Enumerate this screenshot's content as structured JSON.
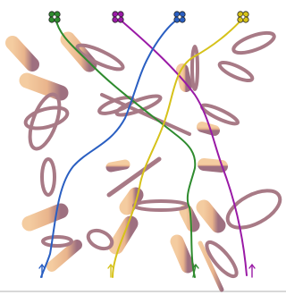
{
  "puzzle": {
    "type": "path-tracing-puzzle",
    "colors": {
      "green": "#2e8b2e",
      "purple": "#9a1aa6",
      "blue": "#2a5fc2",
      "yellow": "#d6c21a",
      "tube_light": "#f2c79a",
      "tube_dark": "#9c6f7a",
      "ring": "#a87a86",
      "ground": "#dcdcdc"
    },
    "start_markers": [
      {
        "color": "green",
        "icon": "flower-icon"
      },
      {
        "color": "purple",
        "icon": "flower-icon"
      },
      {
        "color": "blue",
        "icon": "flower-icon"
      },
      {
        "color": "yellow",
        "icon": "flower-icon"
      }
    ],
    "end_arrows": [
      {
        "color": "blue",
        "icon": "arrow-up-icon"
      },
      {
        "color": "yellow",
        "icon": "arrow-up-icon"
      },
      {
        "color": "green",
        "icon": "arrow-up-icon"
      },
      {
        "color": "purple",
        "icon": "arrow-up-icon"
      }
    ],
    "paths": [
      "green",
      "purple",
      "blue",
      "yellow"
    ]
  }
}
